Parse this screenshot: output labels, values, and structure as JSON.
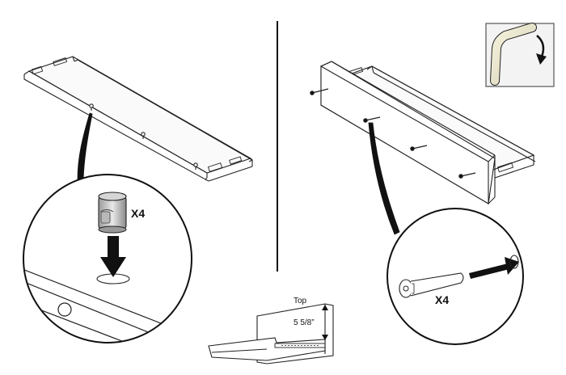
{
  "left_step": {
    "quantity_label": "X4"
  },
  "right_step": {
    "quantity_label": "X4"
  },
  "side_view": {
    "top_label": "Top",
    "height_label": "5 5/8”"
  },
  "tool_icon": "allen-key-turn-icon"
}
